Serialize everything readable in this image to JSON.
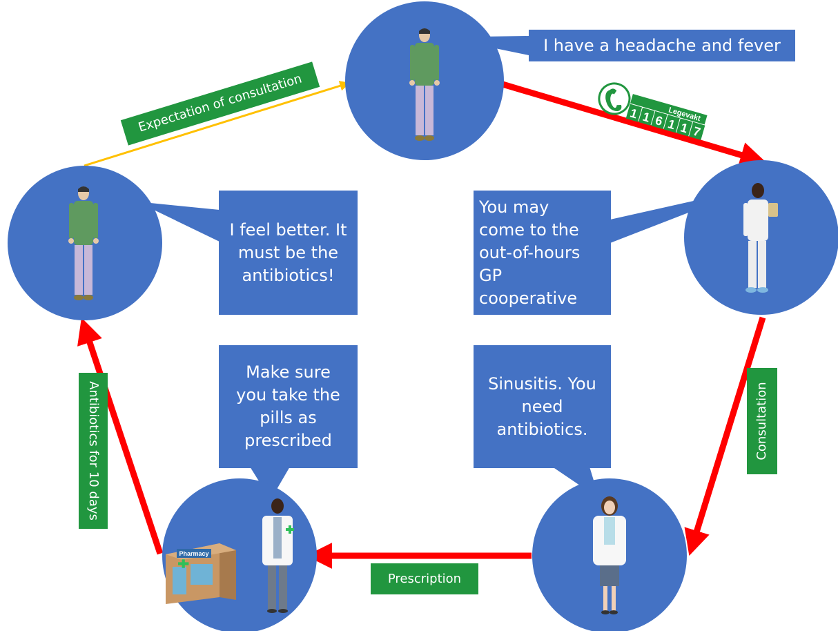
{
  "nodes": [
    {
      "id": "patient-start",
      "speech": "I have a headache and fever"
    },
    {
      "id": "nurse",
      "speech": "You may\ncome to the\nout-of-hours\nGP\ncooperative"
    },
    {
      "id": "doctor",
      "speech": "Sinusitis. You\nneed\nantibiotics."
    },
    {
      "id": "pharmacist",
      "speech": "Make sure\nyou take the\npills as\nprescribed"
    },
    {
      "id": "patient-end",
      "speech": "I feel better. It\nmust be the\nantibiotics!"
    }
  ],
  "edges": [
    {
      "from": "patient-start",
      "to": "nurse",
      "label": "",
      "color": "#ff0000"
    },
    {
      "from": "nurse",
      "to": "doctor",
      "label": "Consultation",
      "color": "#ff0000"
    },
    {
      "from": "doctor",
      "to": "pharmacist",
      "label": "Prescription",
      "color": "#ff0000"
    },
    {
      "from": "pharmacist",
      "to": "patient-end",
      "label": "Antibiotics for 10 days",
      "color": "#ff0000"
    },
    {
      "from": "patient-end",
      "to": "patient-start",
      "label": "Expectation of consultation",
      "color": "#ffc000"
    }
  ],
  "phone_badge": {
    "service": "Legevakt",
    "number": [
      "1",
      "1",
      "6",
      "1",
      "1",
      "7"
    ]
  },
  "pharmacy_sign": "Pharmacy",
  "colors": {
    "circle": "#4472c4",
    "label_bg": "#21963f",
    "arrow_red": "#ff0000",
    "arrow_yellow": "#ffc000"
  }
}
